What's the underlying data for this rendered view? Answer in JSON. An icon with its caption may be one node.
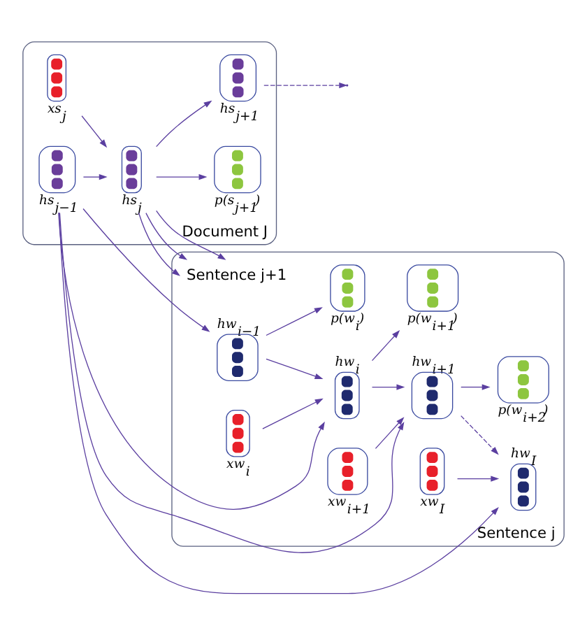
{
  "diagram": {
    "nodes": [
      {
        "text": [
          "Sentence j"
        ]
      },
      {
        "text": [],
        "shape": "bar",
        "beside": [
          "hw$_{i−1}$"
        ],
        "in": 0
      },
      {
        "text": [],
        "shape": "bar",
        "beside": [
          "hw$_{i}$"
        ],
        "in": 0
      },
      {
        "text": [],
        "shape": "bar",
        "beside": [
          "hw$_{i+1}$"
        ],
        "in": 0
      },
      {
        "text": [],
        "shape": "bar",
        "beside": [
          "hw$_{I}$"
        ],
        "in": 0
      },
      {
        "text": [],
        "shape": "bar",
        "beside": [
          "p(w$_{i}$)"
        ],
        "in": 0
      },
      {
        "text": [],
        "shape": "bar",
        "beside": [
          "xw$_{i}$"
        ],
        "in": 0
      },
      {
        "text": [],
        "shape": "bar",
        "beside": [
          "p(w$_{i+1}$)"
        ],
        "in": 0
      },
      {
        "text": [],
        "shape": "bar",
        "beside": [
          "xw$_{i+1}$"
        ],
        "in": 0
      },
      {
        "text": [],
        "shape": "bar",
        "beside": [
          "p(w$_{i+2}$)"
        ],
        "in": 0
      },
      {
        "text": [],
        "shape": "bar",
        "beside": [
          "xw$_{I}$"
        ],
        "in": 0
      },
      {
        "text": [
          "Sentence j+1"
        ],
        "in": 0
      },
      {
        "text": [
          "Document J"
        ]
      },
      {
        "text": [],
        "shape": "bar",
        "beside": [
          "hs$_{j−1}$"
        ],
        "in": 12
      },
      {
        "text": [],
        "shape": "bar",
        "beside": [
          "xs$_{j}$"
        ],
        "in": 12
      },
      {
        "text": [],
        "shape": "bar",
        "beside": [
          "hs$_{j}$"
        ],
        "in": 12
      },
      {
        "text": [],
        "shape": "bar",
        "beside": [
          "p(s$_{j+1}$)"
        ],
        "in": 12
      },
      {
        "text": [],
        "shape": "bar",
        "beside": [
          "hs$_{j+1}$"
        ],
        "in": 12
      }
    ],
    "edges": [
      {
        "from": 1,
        "to": 2,
        "arrow": "to"
      },
      {
        "from": 2,
        "to": 3,
        "arrow": "to"
      },
      {
        "from": 3,
        "to": 4,
        "arrow": "to",
        "style": "dashed"
      },
      {
        "from": 1,
        "to": 5,
        "arrow": "to"
      },
      {
        "from": 6,
        "to": 2,
        "arrow": "to"
      },
      {
        "from": 2,
        "to": 7,
        "arrow": "to"
      },
      {
        "from": 8,
        "to": 3,
        "arrow": "to"
      },
      {
        "from": 3,
        "to": 9,
        "arrow": "to"
      },
      {
        "from": 10,
        "to": 4,
        "arrow": "to"
      },
      {
        "from": 13,
        "to": 1,
        "arrow": "to"
      },
      {
        "from": 13,
        "to": 2,
        "arrow": "to"
      },
      {
        "from": 13,
        "to": 3,
        "arrow": "to"
      },
      {
        "from": 13,
        "to": 4,
        "arrow": "to"
      },
      {
        "from": 13,
        "to": 15,
        "arrow": "to"
      },
      {
        "from": 14,
        "to": 15,
        "arrow": "to"
      },
      {
        "from": 15,
        "to": 16,
        "arrow": "to"
      },
      {
        "from": 15,
        "to": 17,
        "arrow": "to"
      },
      {
        "from": 17,
        "to": null,
        "arrow": "to",
        "style": "dashed"
      },
      {
        "from": 15,
        "to": 11,
        "arrow": "to"
      },
      {
        "from": 15,
        "to": 11,
        "arrow": "to"
      },
      {
        "from": 15,
        "to": 11,
        "arrow": "to"
      }
    ]
  }
}
